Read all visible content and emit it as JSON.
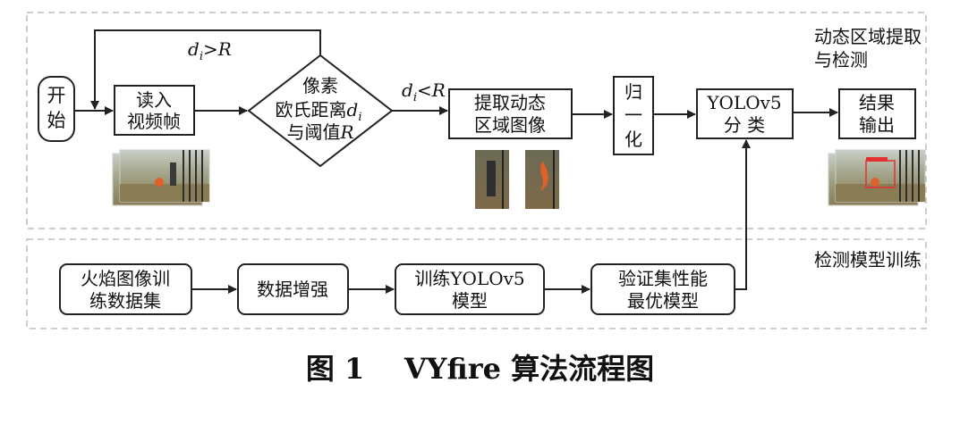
{
  "regions": {
    "dynamic": {
      "title_line1": "动态区域提取",
      "title_line2": "与检测"
    },
    "training": {
      "title": "检测模型训练"
    }
  },
  "nodes": {
    "start": {
      "line1": "开",
      "line2": "始"
    },
    "read_frame": {
      "line1": "读入",
      "line2": "视频帧"
    },
    "decision": {
      "line1": "像素",
      "line2_prefix": "欧氏距离",
      "line2_var": "d",
      "line2_sub": "i",
      "line3_prefix": "与阈值",
      "line3_var": "R"
    },
    "extract": {
      "line1": "提取动态",
      "line2": "区域图像"
    },
    "normalize": {
      "line1": "归",
      "line2": "一",
      "line3": "化"
    },
    "classify": {
      "line1": "YOLOv5",
      "line2": "分 类"
    },
    "output": {
      "line1": "结果",
      "line2": "输出"
    },
    "fire_dataset": {
      "line1": "火焰图像训",
      "line2": "练数据集"
    },
    "augment": {
      "label": "数据增强"
    },
    "train": {
      "line1": "训练YOLOv5",
      "line2": "模型"
    },
    "best_model": {
      "line1": "验证集性能",
      "line2": "最优模型"
    }
  },
  "edges": {
    "loop_label": {
      "var": "d",
      "sub": "i",
      "op": ">R"
    },
    "forward_label": {
      "var": "d",
      "sub": "i",
      "op": "<R"
    }
  },
  "caption": "图 1    VYfire 算法流程图",
  "colors": {
    "border": "#222222",
    "dash": "#bdbdbd",
    "grass": "#8a8f52",
    "sky": "#c9cfc8",
    "fence": "#2e2e2e",
    "fire": "#e0602a",
    "detect_box": "#e23030"
  }
}
